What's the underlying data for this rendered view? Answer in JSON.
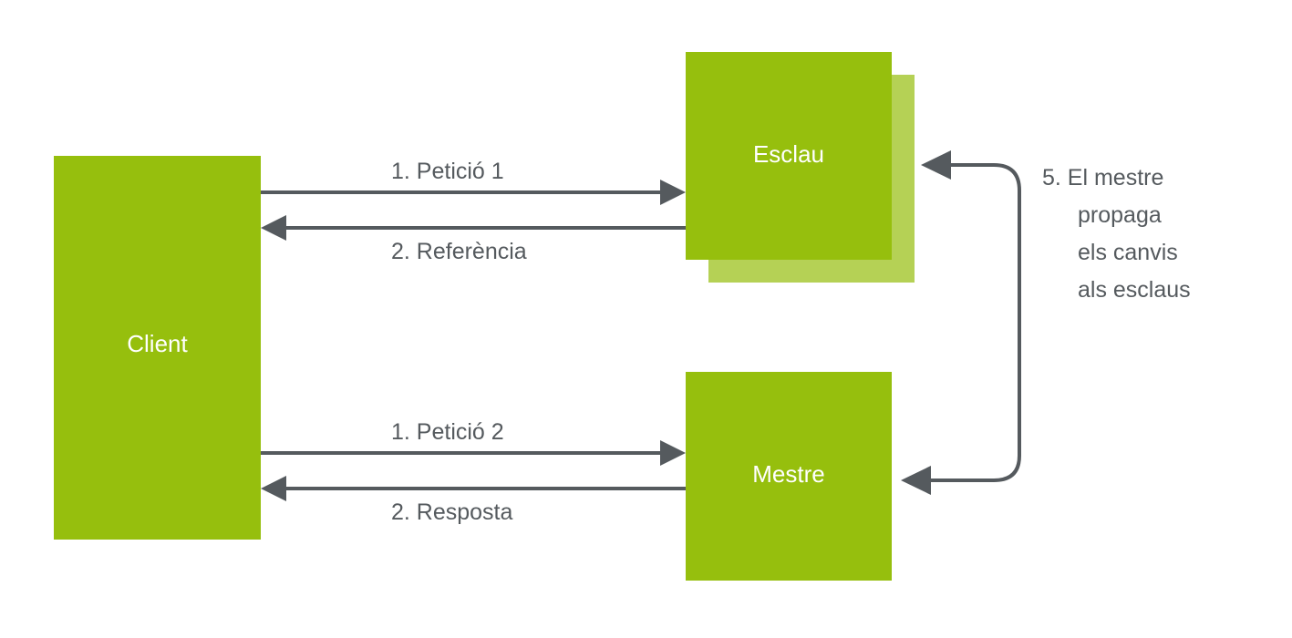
{
  "diagram": {
    "title_text_language": "ca",
    "colors": {
      "node_fill": "#96bf0d",
      "node_shadow_fill": "#b5d155",
      "node_label": "#ffffff",
      "edge_stroke": "#555a5e",
      "edge_label": "#555a5e",
      "background": "#ffffff"
    },
    "nodes": [
      {
        "id": "client",
        "label": "Client",
        "stacked": false
      },
      {
        "id": "esclau",
        "label": "Esclau",
        "stacked": true
      },
      {
        "id": "mestre",
        "label": "Mestre",
        "stacked": false
      }
    ],
    "edges": [
      {
        "id": "e1",
        "label": "1. Petició 1",
        "from": "client",
        "to": "esclau"
      },
      {
        "id": "e2",
        "label": "2. Referència",
        "from": "esclau",
        "to": "client"
      },
      {
        "id": "e3",
        "label": "1. Petició 2",
        "from": "client",
        "to": "mestre"
      },
      {
        "id": "e4",
        "label": "2. Resposta",
        "from": "mestre",
        "to": "client"
      }
    ],
    "annotation": {
      "lines": [
        "5. El mestre",
        "propaga",
        "els canvis",
        "als esclaus"
      ]
    }
  }
}
